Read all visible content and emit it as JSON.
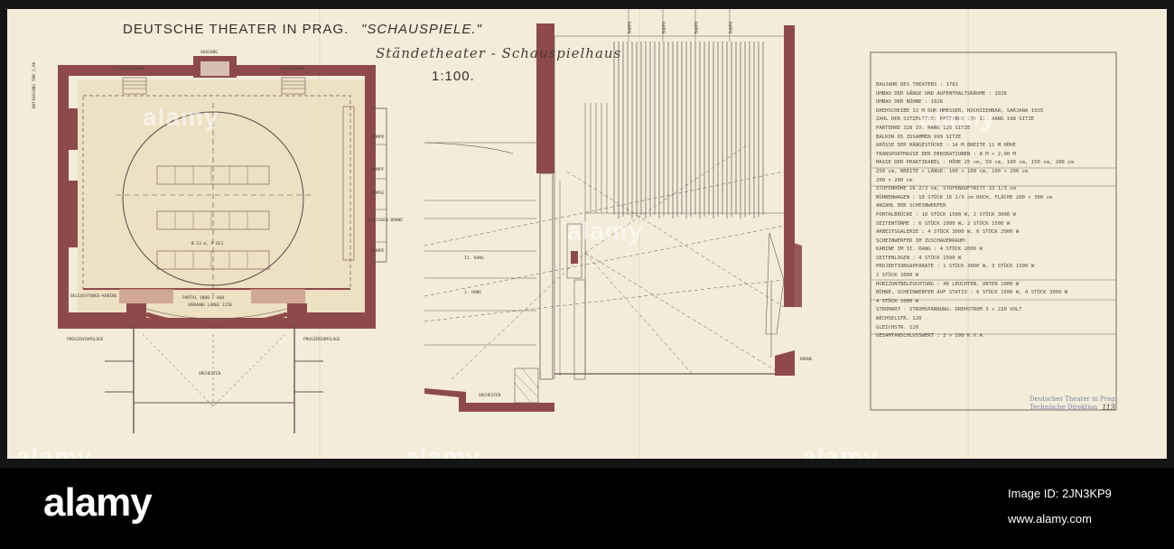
{
  "drawing": {
    "title": "DEUTSCHE THEATER IN PRAG.",
    "genre": "\"SCHAUSPIELE.\"",
    "handwritten": "Ständetheater - Schauspielhaus",
    "scale": "1:100."
  },
  "plan_labels": {
    "notausgang": "NOTAUSGANG TOR 1,96",
    "cardeloben": "GARDEROBEN",
    "ausgang": "AUSGANG",
    "garderoben_r": "GARDEROBEN",
    "rampe": "RAMPE",
    "kampf": "KAMPF",
    "bamse": "BAMSE",
    "kulisse": "KULISSEN BÜHNE",
    "kampe": "KAMPE",
    "diameter": "Ø 13 m, P 023",
    "portal": "PORTAL 1000 × 460",
    "beleuchtung": "BELEUCHTUNGS-KABINE",
    "vorhang": "VORHANG LANGE 1150",
    "prosz_l": "PROSZENIUMSLOGE",
    "prosz_r": "PROSZENIUMSLOGE",
    "orchester": "ORCHESTER",
    "rang2": "II. RANG",
    "rang1": "I. RANG",
    "orchester2": "ORCHESTER",
    "buhne": "BÜHNE"
  },
  "section_labels": {
    "top1": "RAMPE",
    "top2": "RAMPE",
    "top3": "RAMPE",
    "top4": "RAMPE"
  },
  "specs": [
    "BAUJAHR DES THEATERS : 1781",
    "UMBAU DER GÄNGE UND AUFENTHALTSRÄUME : 1926",
    "UMBAU DER BÜHNE : 1926",
    "DREHSCHEIBE 13 M DURCHMESSER, HOCHZIEHBAR, SARJANA 1935",
    "ZAHL DER SITZPLÄTZE: PARTERRE 279   II. RANG 198 SITZE",
    "                     PARTERRE 328   IV. RANG 125 SITZE",
    "                     BALKON    65    ZUSAMMEN 999 SITZE",
    "GRÖSSE DER HÄNGESTÜCKE : 14 M BREITE   11 M HÖHE",
    "TRANSPORTMASSE DER DEKORATIONEN : 8 M × 2,90 M",
    "MASSE DER PRAKTIKABEL : HÖHE 25 cm, 50 cm, 100 cm, 150 cm, 200 cm",
    "     250 cm, BREITE × LÄNGE: 100 × 100 cm, 100 × 200 cm",
    "     200 × 200 cm",
    "STUFENHÖHE 16 2/3 cm, STUFENAUFTRITT 33 1/3 cm",
    "BÜHNENWAGEN : 10 STÜCK 16 2/3 cm HOCH, FLÄCHE 200 × 300 cm",
    "ANZAHL DER SCHEINWERFER",
    "PORTALBRÜCKE : 18 STÜCK 1500 W,   2 STÜCK 3000 W",
    "SEITENTÜRME : 6 STÜCK 1000 W,   2 STÜCK 1500 W",
    "ARBEITSGALERIE : 4 STÜCK 3000 W,   6 STÜCK 2000 W",
    "SCHEINWERFER IM ZUSCHAUERRAUM:",
    "KABINE IM II. RANG : 4 STÜCK 2000 W",
    "SEITENLOGEN : 4 STÜCK 1500 W",
    "PROJEKTIONSAPPARATE : 1 STÜCK 3000 W, 3 STÜCK 1500 W",
    "                      2 STÜCK 1000 W",
    "HORIZONTBELEUCHTUNG : 48 LEUCHTEN, UNTEN 1000 W",
    "BÜHNE, SCHEINWERFER AUF STATIV : 6 STÜCK 1500 W, 4 STÜCK 3000 W",
    "                                4 STÜCK 1000 W",
    "STROMART - STROMSPANNUNG: DREHSTROM 3 × 220 VOLT",
    "                          WECHSELSTR.  120",
    "                          GLEICHSTR.   120",
    "GESAMTANSCHLUSSWERT : 2 × 190 K.V.A."
  ],
  "stamp": {
    "line1": "Deutsches Theater in Prag",
    "line2": "Technische Direktion"
  },
  "inventory": "113",
  "watermark": {
    "text": "alamy"
  },
  "footer": {
    "brand": "alamy",
    "image_id": "Image ID: 2JN3KP9",
    "site": "www.alamy.com"
  },
  "colors": {
    "paper": "#f3ecd9",
    "wall": "#8e4a4a",
    "ink": "#5a4848",
    "background": "#141414"
  }
}
